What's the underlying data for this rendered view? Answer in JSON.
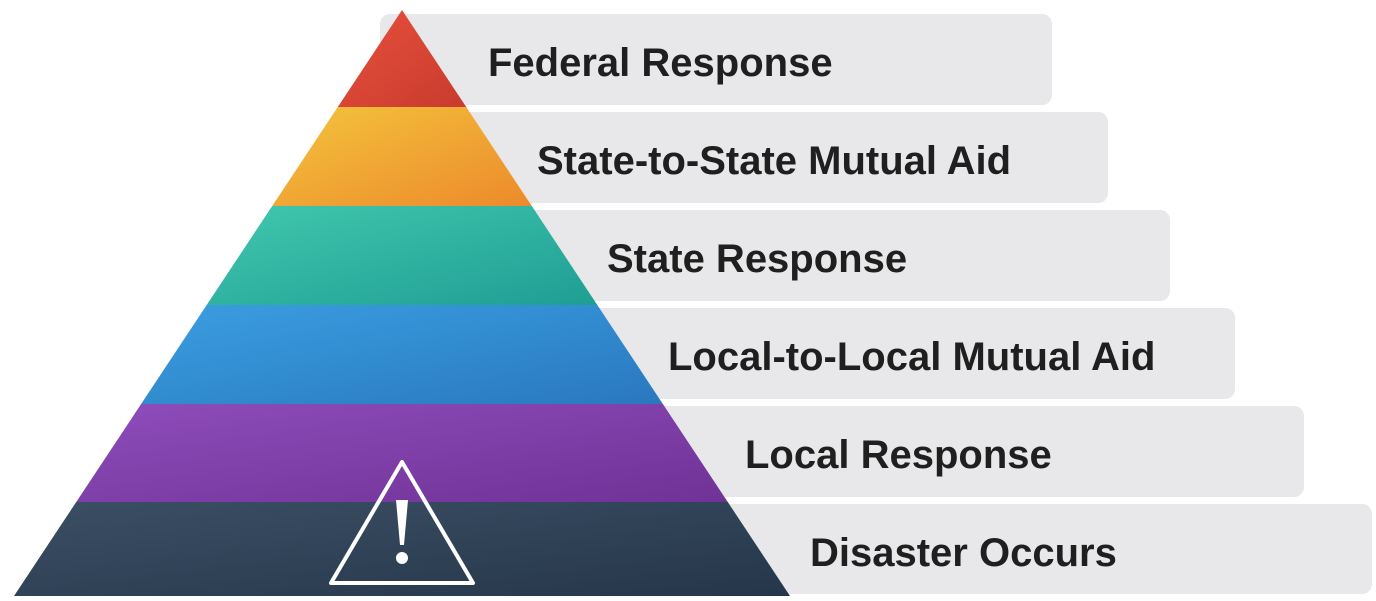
{
  "levels": [
    {
      "label": "Federal Response",
      "colors": [
        "#e8503c",
        "#c83b2d"
      ]
    },
    {
      "label": "State-to-State Mutual Aid",
      "colors": [
        "#f4c43d",
        "#ec8a2b"
      ]
    },
    {
      "label": "State Response",
      "colors": [
        "#41c7ae",
        "#1f9e94"
      ]
    },
    {
      "label": "Local-to-Local Mutual Aid",
      "colors": [
        "#3a9ee0",
        "#2a78bf"
      ]
    },
    {
      "label": "Local Response",
      "colors": [
        "#8e4dbb",
        "#6f3296"
      ]
    },
    {
      "label": "Disaster Occurs",
      "colors": [
        "#3b4f64",
        "#25364a"
      ]
    }
  ],
  "base_icon": "warning-triangle-icon",
  "bar_color": "#e8e8ea"
}
